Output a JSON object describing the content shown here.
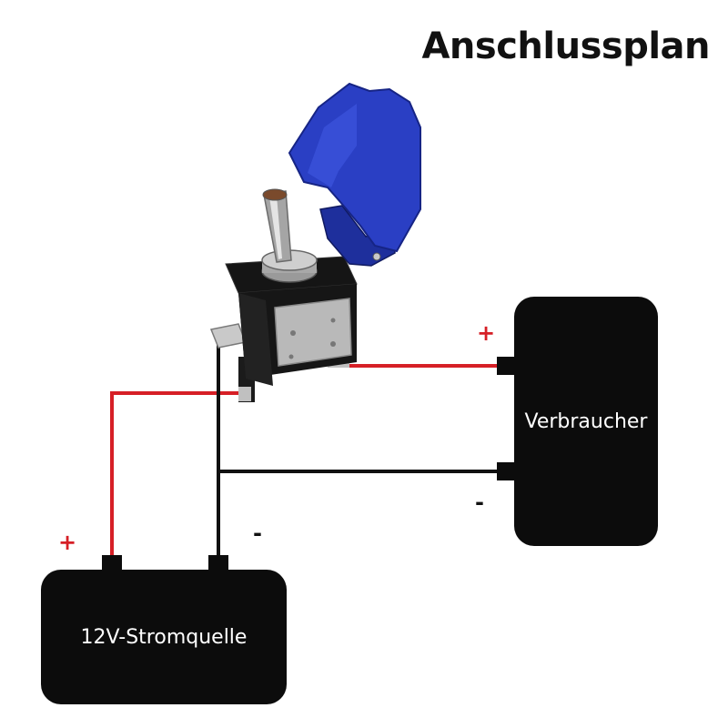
{
  "title": "Anschlussplan",
  "components": {
    "power_source": {
      "label": "12V-Stromquelle"
    },
    "consumer": {
      "label": "Verbraucher"
    },
    "switch": {
      "cover_color": "#2a3fc4"
    }
  },
  "terminals": {
    "source_positive": "+",
    "source_negative": "-",
    "consumer_positive": "+",
    "consumer_negative": "-"
  },
  "colors": {
    "positive_wire": "#d61f26",
    "negative_wire": "#111111",
    "box_fill": "#0c0c0c",
    "switch_body": "#1a1a1a",
    "metal": "#b8b8b8"
  }
}
